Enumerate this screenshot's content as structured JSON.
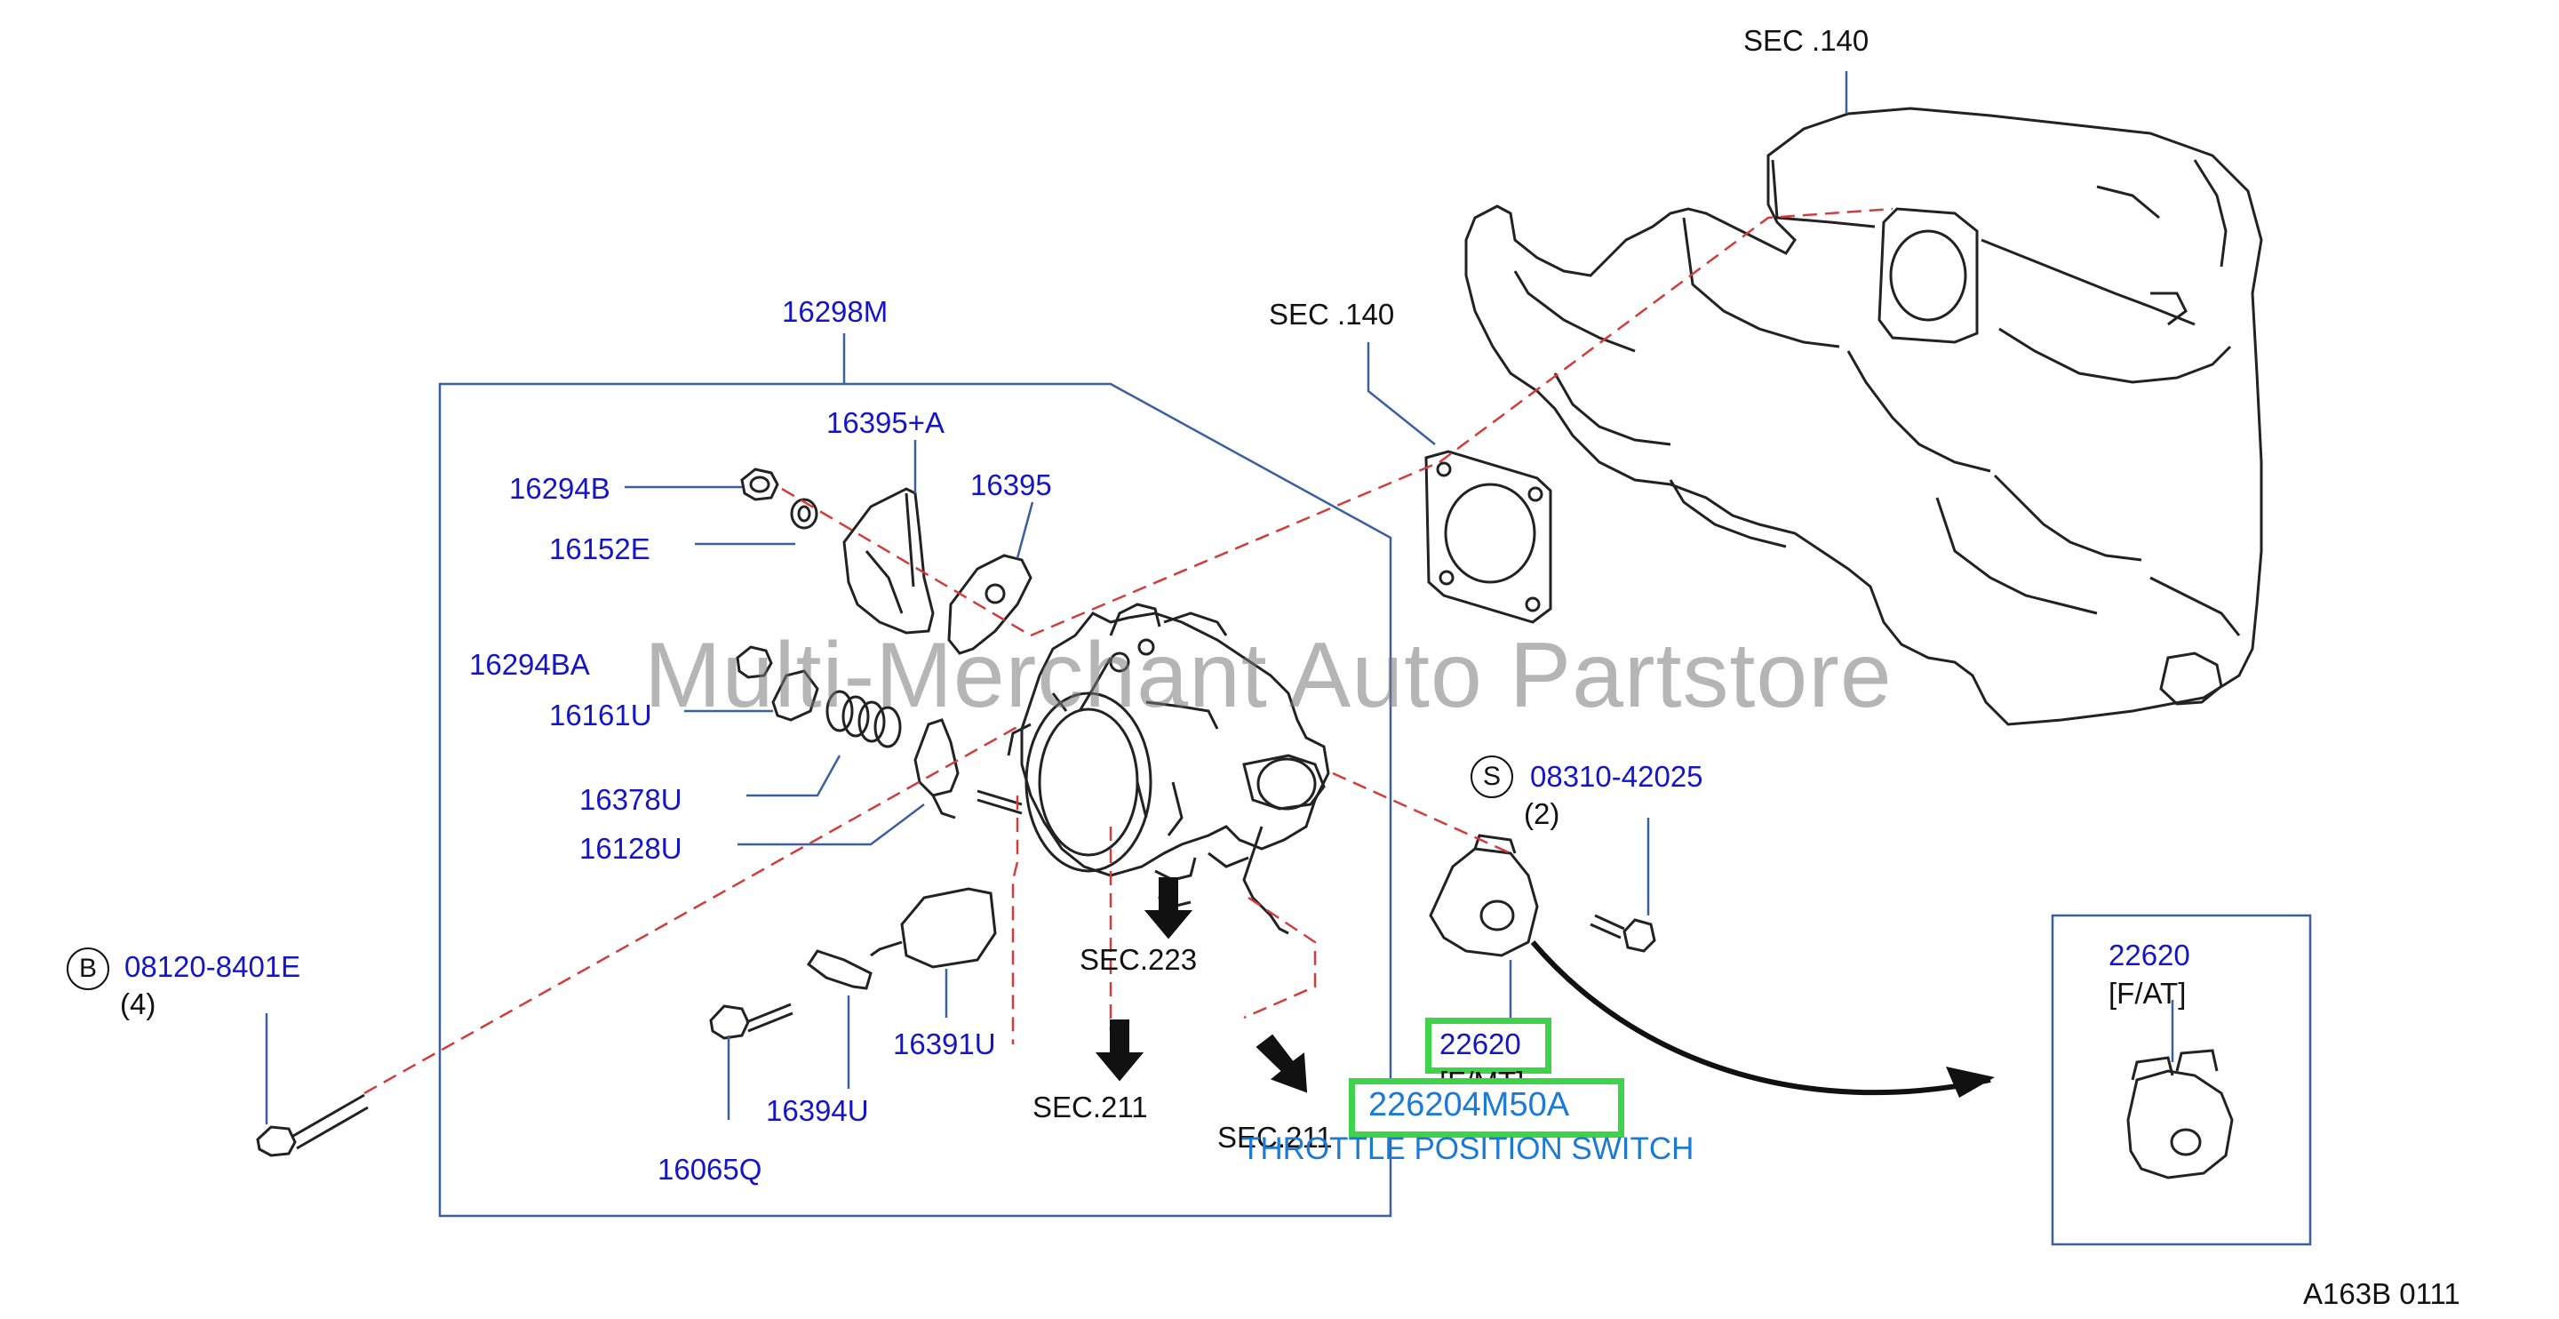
{
  "labels": {
    "sec140_top": "SEC  .140",
    "sec140_mid": "SEC  .140",
    "p16298M": "16298M",
    "p16395A": "16395+A",
    "p16395": "16395",
    "p16294B": "16294B",
    "p16152E": "16152E",
    "p16294BA": "16294BA",
    "p16161U": "16161U",
    "p16378U": "16378U",
    "p16128U": "16128U",
    "bolt_b_letter": "B",
    "bolt_b_part": "08120-8401E",
    "bolt_b_qty": "(4)",
    "screw_s_letter": "S",
    "screw_s_part": "08310-42025",
    "screw_s_qty": "(2)",
    "sec223": "SEC.223",
    "sec211_a": "SEC.211",
    "sec211_b": "SEC.211",
    "p16391U": "16391U",
    "p16394U": "16394U",
    "p16065Q": "16065Q",
    "p22620_mt": "22620",
    "mt_variant": "[F/MT]",
    "p226204M50A": "226204M50A",
    "tps_name": "THROTTLE POSITION SWITCH",
    "p22620_at": "22620",
    "at_variant": "[F/AT]",
    "diagram_code": "A163B  0111"
  },
  "watermark": "Multi-Merchant Auto Partstore",
  "colors": {
    "label_blue": "#1515c8",
    "leader_blue": "#3c5fa0",
    "highlight_green": "#3fd34a",
    "centerline_red": "#d23c3c",
    "tps_blue": "#1a7ad6"
  }
}
